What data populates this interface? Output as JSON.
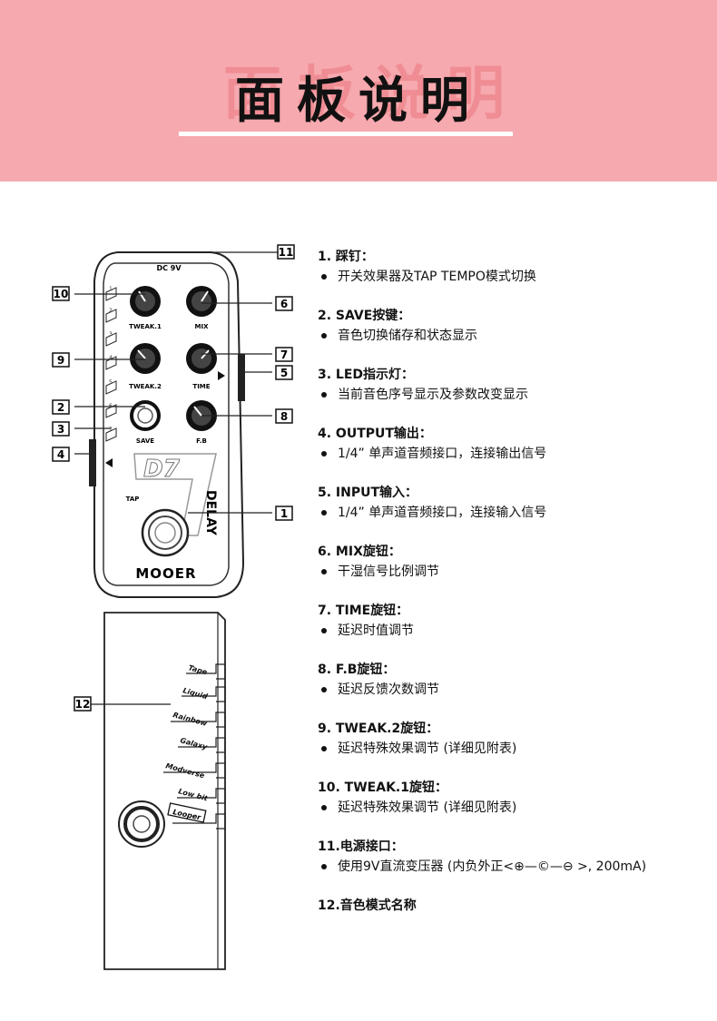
{
  "header": {
    "title": "面板说明",
    "bg": "#f6a9ae"
  },
  "pedal": {
    "power": "DC 9V",
    "knobs": [
      "TWEAK.1",
      "MIX",
      "TWEAK.2",
      "TIME",
      "SAVE",
      "F.B"
    ],
    "brand": "MOOER",
    "model": "DELAY",
    "logo": "D7",
    "tap": "TAP",
    "led_numbers": [
      "1",
      "2",
      "3",
      "4",
      "5",
      "6",
      "7"
    ]
  },
  "callouts": [
    "1",
    "2",
    "3",
    "4",
    "5",
    "6",
    "7",
    "8",
    "9",
    "10",
    "11",
    "12"
  ],
  "side_panel": {
    "modes": [
      "Tape",
      "Liquid",
      "Rainbow",
      "Galaxy",
      "Modverse",
      "Low bit",
      "Looper"
    ]
  },
  "items": [
    {
      "title": "1. 踩钉：",
      "desc": "开关效果器及TAP TEMPO模式切换"
    },
    {
      "title": "2. SAVE按键：",
      "desc": "音色切换储存和状态显示"
    },
    {
      "title": "3. LED指示灯：",
      "desc": "当前音色序号显示及参数改变显示"
    },
    {
      "title": "4. OUTPUT输出：",
      "desc": "1/4” 单声道音频接口，连接输出信号"
    },
    {
      "title": "5. INPUT输入：",
      "desc": "1/4” 单声道音频接口，连接输入信号"
    },
    {
      "title": "6. MIX旋钮：",
      "desc": "干湿信号比例调节"
    },
    {
      "title": "7. TIME旋钮：",
      "desc": "延迟时值调节"
    },
    {
      "title": "8. F.B旋钮：",
      "desc": "延迟反馈次数调节"
    },
    {
      "title": "9. TWEAK.2旋钮：",
      "desc": "延迟特殊效果调节 (详细见附表)"
    },
    {
      "title": "10. TWEAK.1旋钮：",
      "desc": "延迟特殊效果调节 (详细见附表)"
    },
    {
      "title": "11.电源接口：",
      "desc": "使用9V直流变压器 (内负外正<⊕—©—⊖ >, 200mA)"
    },
    {
      "title": "12.音色模式名称",
      "desc": ""
    }
  ]
}
